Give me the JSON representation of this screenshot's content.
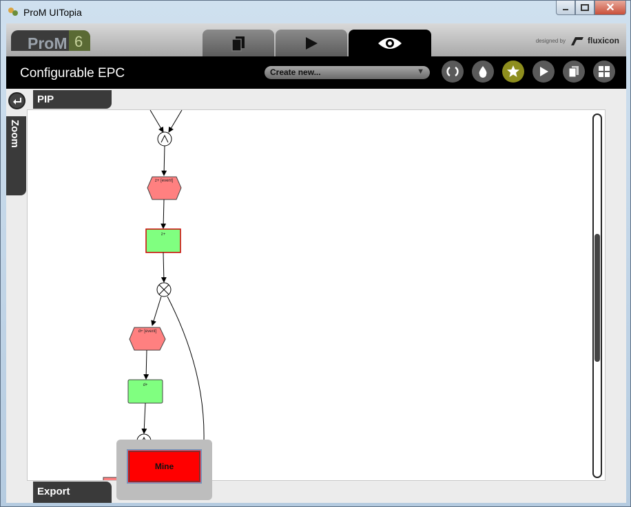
{
  "window": {
    "title": "ProM UITopia"
  },
  "logo": {
    "text": "ProM",
    "version": "6"
  },
  "brand": {
    "small": "designed by",
    "name": "fluxicon"
  },
  "toolbar": {
    "title": "Configurable EPC",
    "create_placeholder": "Create new..."
  },
  "side": {
    "pip": "PIP",
    "zoom": "Zoom",
    "export": "Export"
  },
  "actions": {
    "mine": "Mine"
  },
  "graph": {
    "nodes": [
      {
        "label": "z+ [event]"
      },
      {
        "label": "z+"
      },
      {
        "label": "d+ [event]"
      },
      {
        "label": "d+"
      }
    ]
  },
  "colors": {
    "event": "#ff8080",
    "function": "#80ff80",
    "accent": "#8e8e1e",
    "mine": "#ff0000"
  }
}
